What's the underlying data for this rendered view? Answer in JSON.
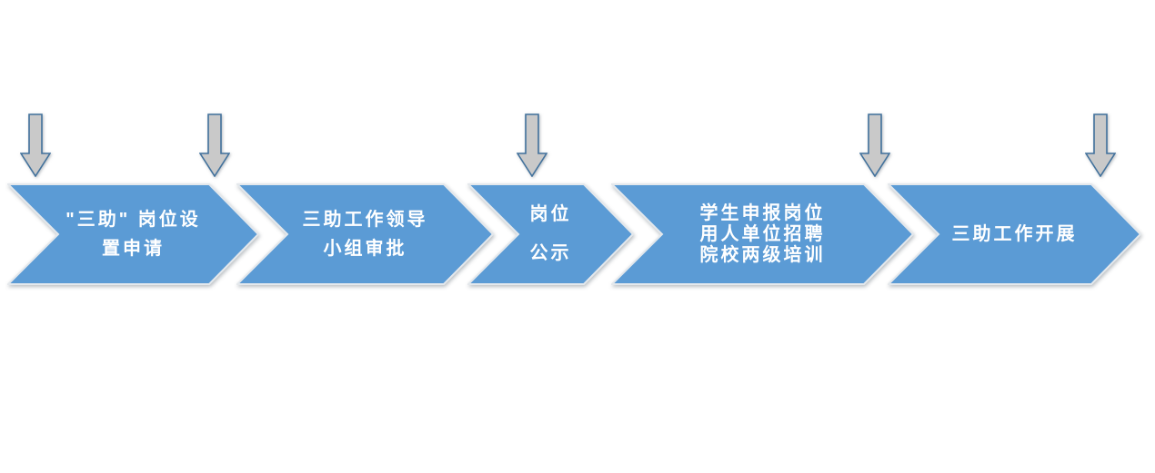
{
  "colors": {
    "chevron_fill": "#5b9bd5",
    "chevron_border": "#e4e8ec",
    "arrow_fill": "#c9c9c9",
    "arrow_border": "#41719c",
    "text": "#ffffff",
    "background": "#ffffff"
  },
  "flow": {
    "steps": [
      {
        "id": "post-setup-application",
        "lines": [
          "\"三助\" 岗位设",
          "置申请"
        ]
      },
      {
        "id": "leading-group-approval",
        "lines": [
          "三助工作领导",
          "小组审批"
        ]
      },
      {
        "id": "post-publicity",
        "lines": [
          "岗位",
          "公示"
        ]
      },
      {
        "id": "apply-recruit-train",
        "lines": [
          "学生申报岗位",
          "用人单位招聘",
          "院校两级培训"
        ]
      },
      {
        "id": "work-launch",
        "lines": [
          "三助工作开展"
        ]
      }
    ]
  }
}
